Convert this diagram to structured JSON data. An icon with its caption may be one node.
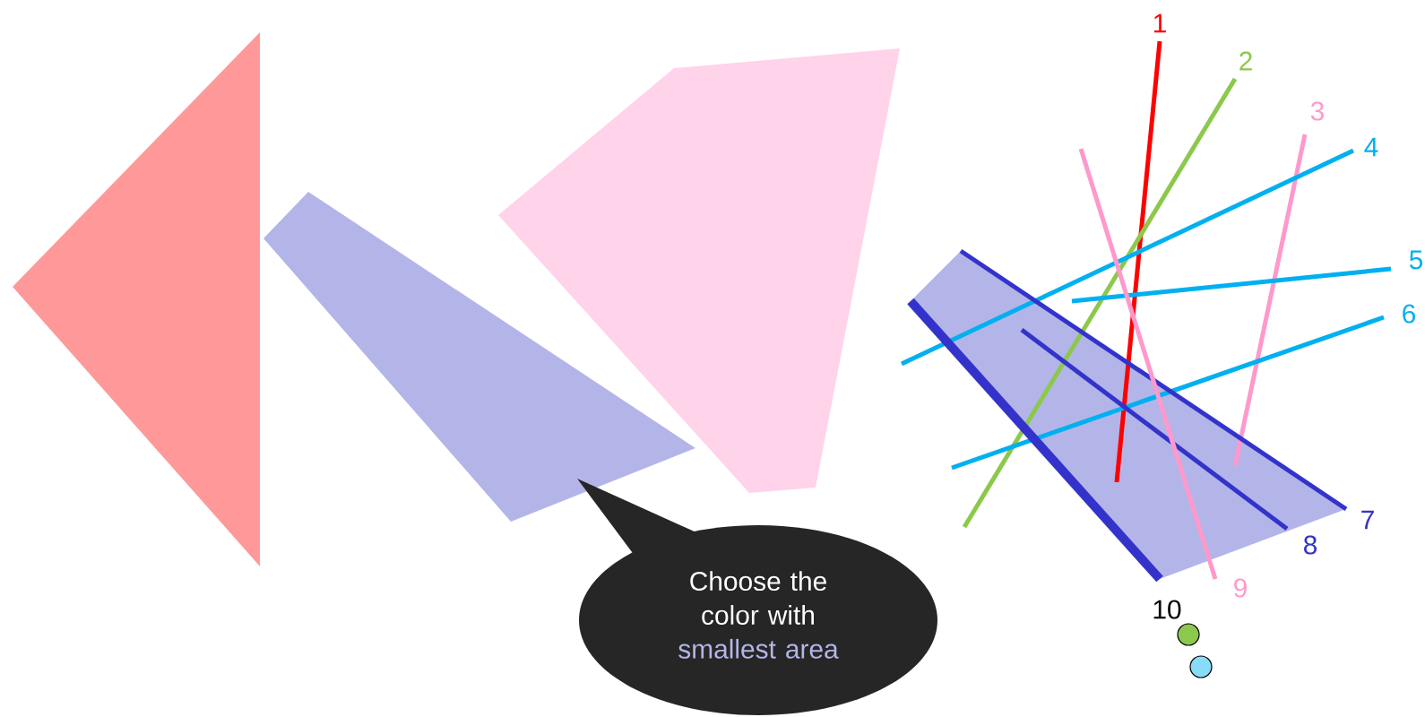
{
  "diagram": {
    "nodes": [
      {
        "text": [
          "Choose the color with",
          "smallest area"
        ]
      }
    ],
    "labels": [
      "1",
      "2",
      "3",
      "4",
      "5",
      "6",
      "7",
      "8",
      "9",
      "10"
    ]
  }
}
